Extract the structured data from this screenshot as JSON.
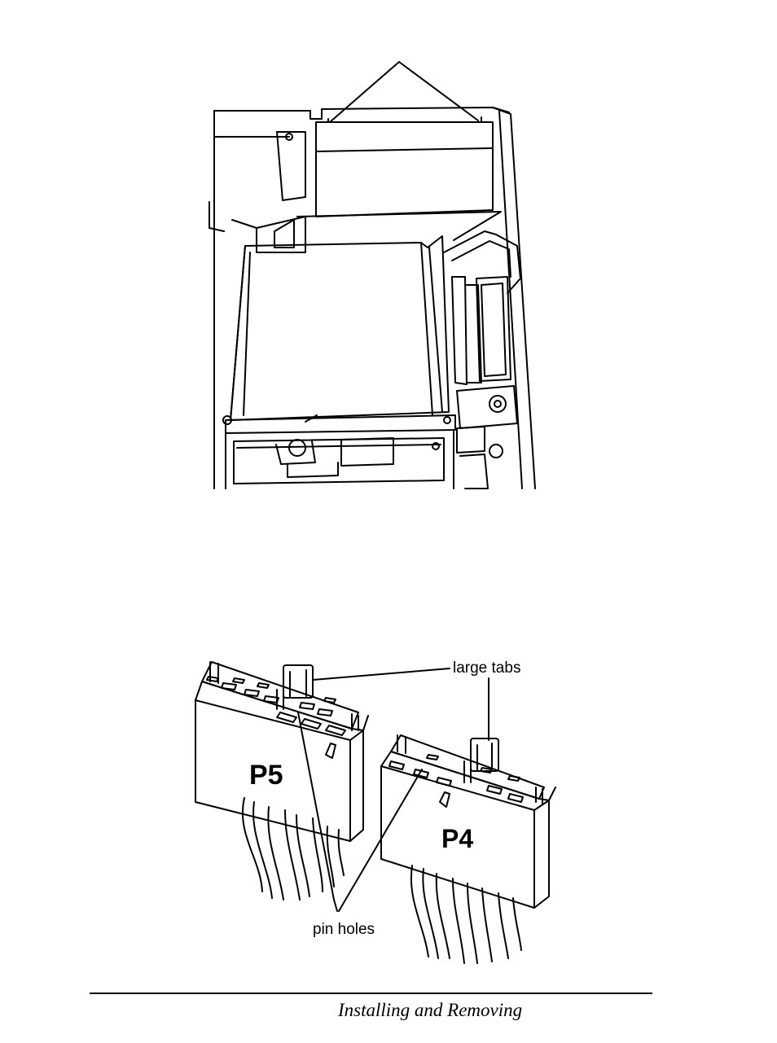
{
  "figures": {
    "drive_bay": {
      "icon": "floppy-drive-installation-illustration"
    },
    "power_connectors": {
      "icon": "power-connector-illustration",
      "label_large_tabs": "large tabs",
      "label_pin_holes": "pin holes",
      "connector_left": "P5",
      "connector_right": "P4"
    }
  },
  "footer": {
    "text": "Installing and Removing"
  }
}
